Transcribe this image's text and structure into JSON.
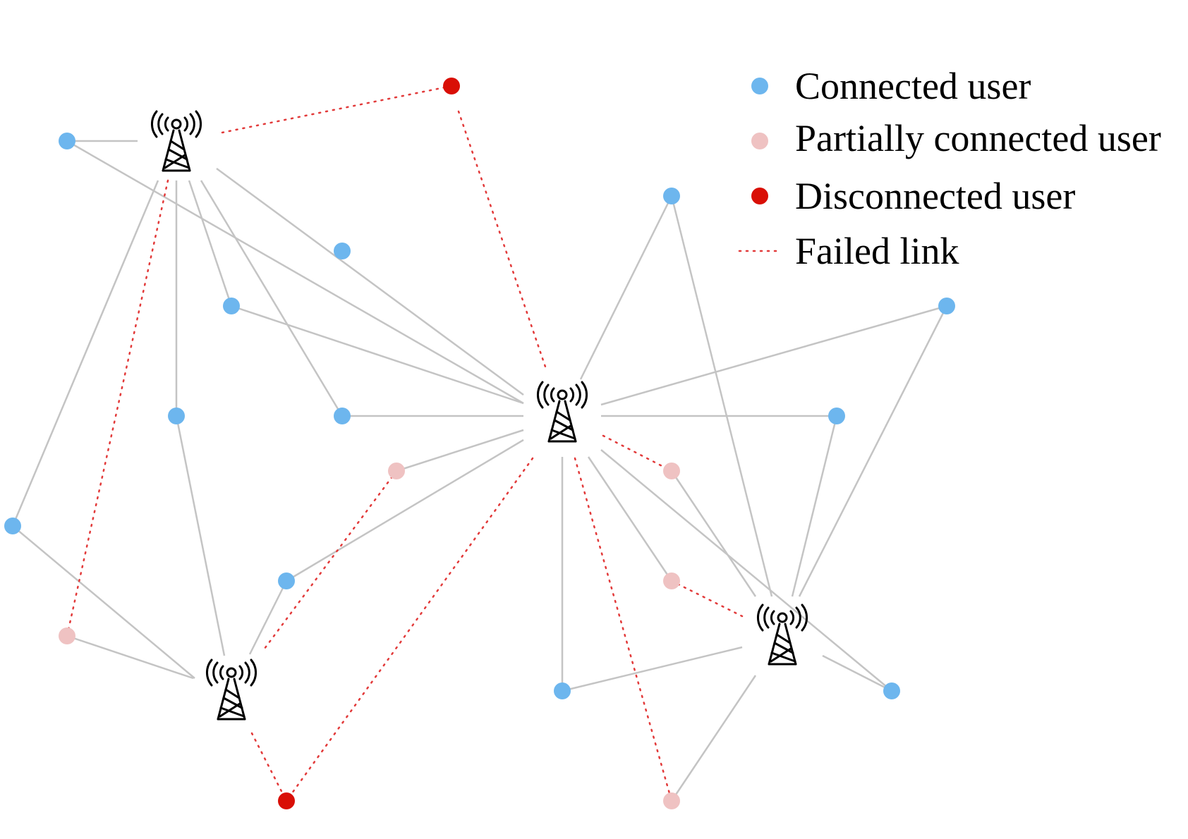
{
  "legend": {
    "connected_label": "Connected user",
    "partial_label": "Partially connected user",
    "disconnected_label": "Disconnected user",
    "failed_link_label": "Failed link"
  },
  "colors": {
    "connected": "#6db6ee",
    "partial": "#efc2c2",
    "disconnected": "#d90f06",
    "link": "#c4c4c4",
    "failed_link": "#e23a3a"
  },
  "icons": {
    "base_station": "cell-tower-icon"
  }
}
